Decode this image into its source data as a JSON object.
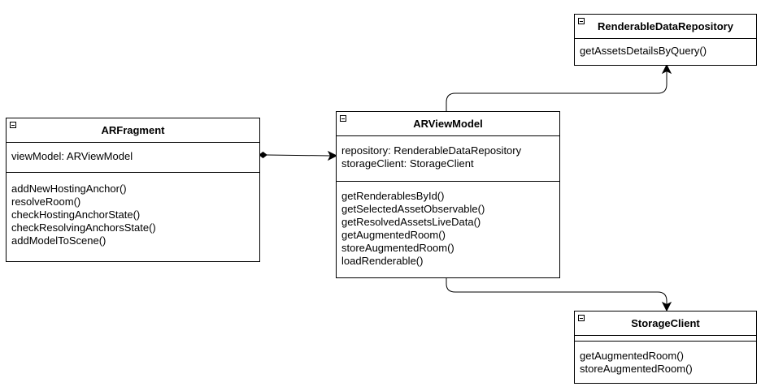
{
  "classes": {
    "arfragment": {
      "name": "ARFragment",
      "attributes": [
        "viewModel: ARViewModel"
      ],
      "methods": [
        "addNewHostingAnchor()",
        "resolveRoom()",
        "checkHostingAnchorState()",
        "checkResolvingAnchorsState()",
        "addModelToScene()"
      ]
    },
    "arviewmodel": {
      "name": "ARViewModel",
      "attributes": [
        "repository: RenderableDataRepository",
        "storageClient: StorageClient"
      ],
      "methods": [
        "getRenderablesById()",
        "getSelectedAssetObservable()",
        "getResolvedAssetsLiveData()",
        "getAugmentedRoom()",
        "storeAugmentedRoom()",
        "loadRenderable()"
      ]
    },
    "repository": {
      "name": "RenderableDataRepository",
      "methods": [
        "getAssetsDetailsByQuery()"
      ]
    },
    "storageclient": {
      "name": "StorageClient",
      "attributes": [],
      "methods": [
        "getAugmentedRoom()",
        "storeAugmentedRoom()"
      ]
    }
  },
  "relations": [
    {
      "from": "ARFragment",
      "to": "ARViewModel",
      "type": "composition"
    },
    {
      "from": "ARViewModel",
      "to": "RenderableDataRepository",
      "type": "association"
    },
    {
      "from": "ARViewModel",
      "to": "StorageClient",
      "type": "association"
    }
  ]
}
